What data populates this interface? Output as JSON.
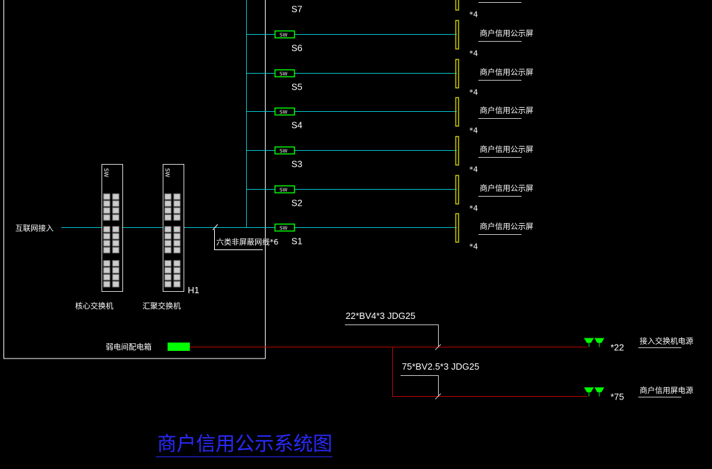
{
  "colors": {
    "background": "#000000",
    "network": "#00c8d0",
    "power": "#c00000",
    "switch": "#00ff00",
    "screen": "#c8c800",
    "frame": "#ffffff",
    "title": "#2a2aff"
  },
  "internet_label": "互联网接入",
  "core_switch": {
    "tag": "SW",
    "label": "核心交换机"
  },
  "aggregate_switch": {
    "tag": "SW",
    "label": "汇聚交换机",
    "id": "H1"
  },
  "cable_label": "六类非屏蔽网线*6",
  "access_switches": [
    {
      "tag": "SW",
      "id": "S7",
      "screen_label": "",
      "count": "*4"
    },
    {
      "tag": "SW",
      "id": "S6",
      "screen_label": "商户信用公示屏",
      "count": "*4"
    },
    {
      "tag": "SW",
      "id": "S5",
      "screen_label": "商户信用公示屏",
      "count": "*4"
    },
    {
      "tag": "SW",
      "id": "S4",
      "screen_label": "商户信用公示屏",
      "count": "*4"
    },
    {
      "tag": "SW",
      "id": "S3",
      "screen_label": "商户信用公示屏",
      "count": "*4"
    },
    {
      "tag": "SW",
      "id": "S2",
      "screen_label": "商户信用公示屏",
      "count": "*4"
    },
    {
      "tag": "SW",
      "id": "S1",
      "screen_label": "商户信用公示屏",
      "count": "*4"
    }
  ],
  "distribution_box_label": "弱电间配电箱",
  "power_circuits": [
    {
      "cable": "22*BV4*3   JDG25",
      "count": "*22",
      "label": "接入交换机电源"
    },
    {
      "cable": "75*BV2.5*3   JDG25",
      "count": "*75",
      "label": "商户信用屏电源"
    }
  ],
  "title": "商户信用公示系统图"
}
